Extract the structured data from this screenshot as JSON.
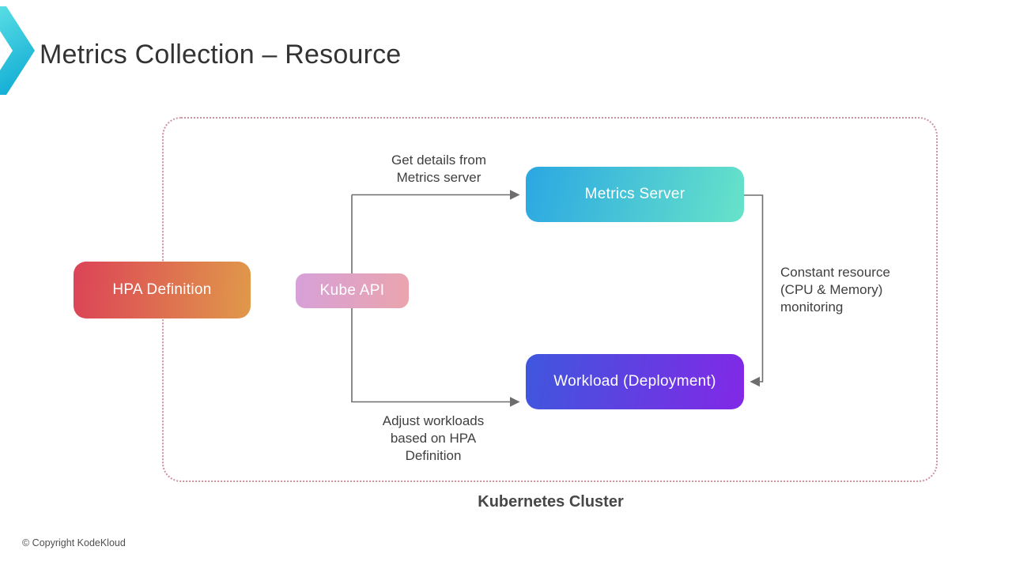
{
  "slide": {
    "title": "Metrics Collection – Resource",
    "cluster_label": "Kubernetes Cluster",
    "copyright": "© Copyright KodeKloud"
  },
  "diagram": {
    "nodes": {
      "hpa": {
        "label": "HPA Definition",
        "gradient_from": "#dc4357",
        "gradient_to": "#e0994a"
      },
      "kube_api": {
        "label": "Kube API",
        "gradient_from": "#d7a1d9",
        "gradient_to": "#eaa4ad"
      },
      "metrics_server": {
        "label": "Metrics Server",
        "gradient_from": "#2ba7e3",
        "gradient_to": "#67e3c9"
      },
      "workload": {
        "label": "Workload (Deployment)",
        "gradient_from": "#3f57dd",
        "gradient_to": "#8228e6"
      }
    },
    "annotations": {
      "get_details": {
        "lines": [
          "Get details from",
          "Metrics server"
        ]
      },
      "adjust": {
        "lines": [
          "Adjust workloads",
          "based on HPA",
          "Definition"
        ]
      },
      "constant": {
        "lines": [
          "Constant resource",
          "(CPU & Memory)",
          "monitoring"
        ]
      }
    },
    "colors": {
      "connector": "#6e6e6e",
      "cluster_border": "#cf93a0",
      "title_text": "#333333",
      "logo_gradient_top": "#5fe3e6",
      "logo_gradient_bottom": "#17b0d6"
    }
  }
}
